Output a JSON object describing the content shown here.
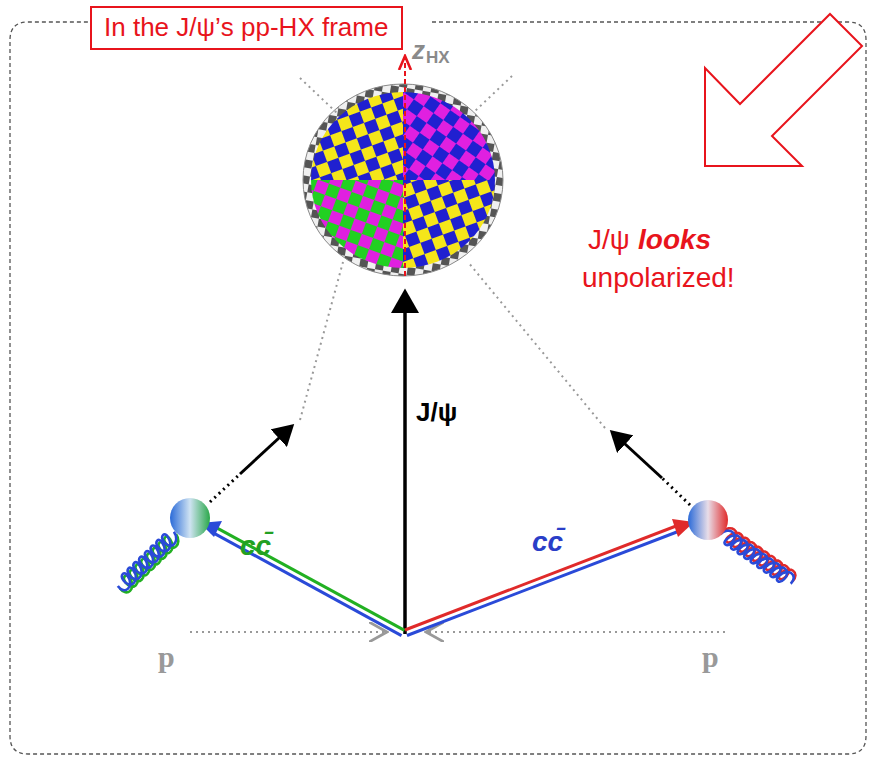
{
  "diagram": {
    "nodes": [
      {
        "text": [
          "In the J/ψ’s pp-HX frame"
        ]
      }
    ],
    "labels": [
      "z",
      "HX",
      "J/ψ",
      "looks",
      "unpolarized!",
      "J/ψ",
      "cc̄",
      "cc̄",
      "p",
      "p"
    ]
  }
}
